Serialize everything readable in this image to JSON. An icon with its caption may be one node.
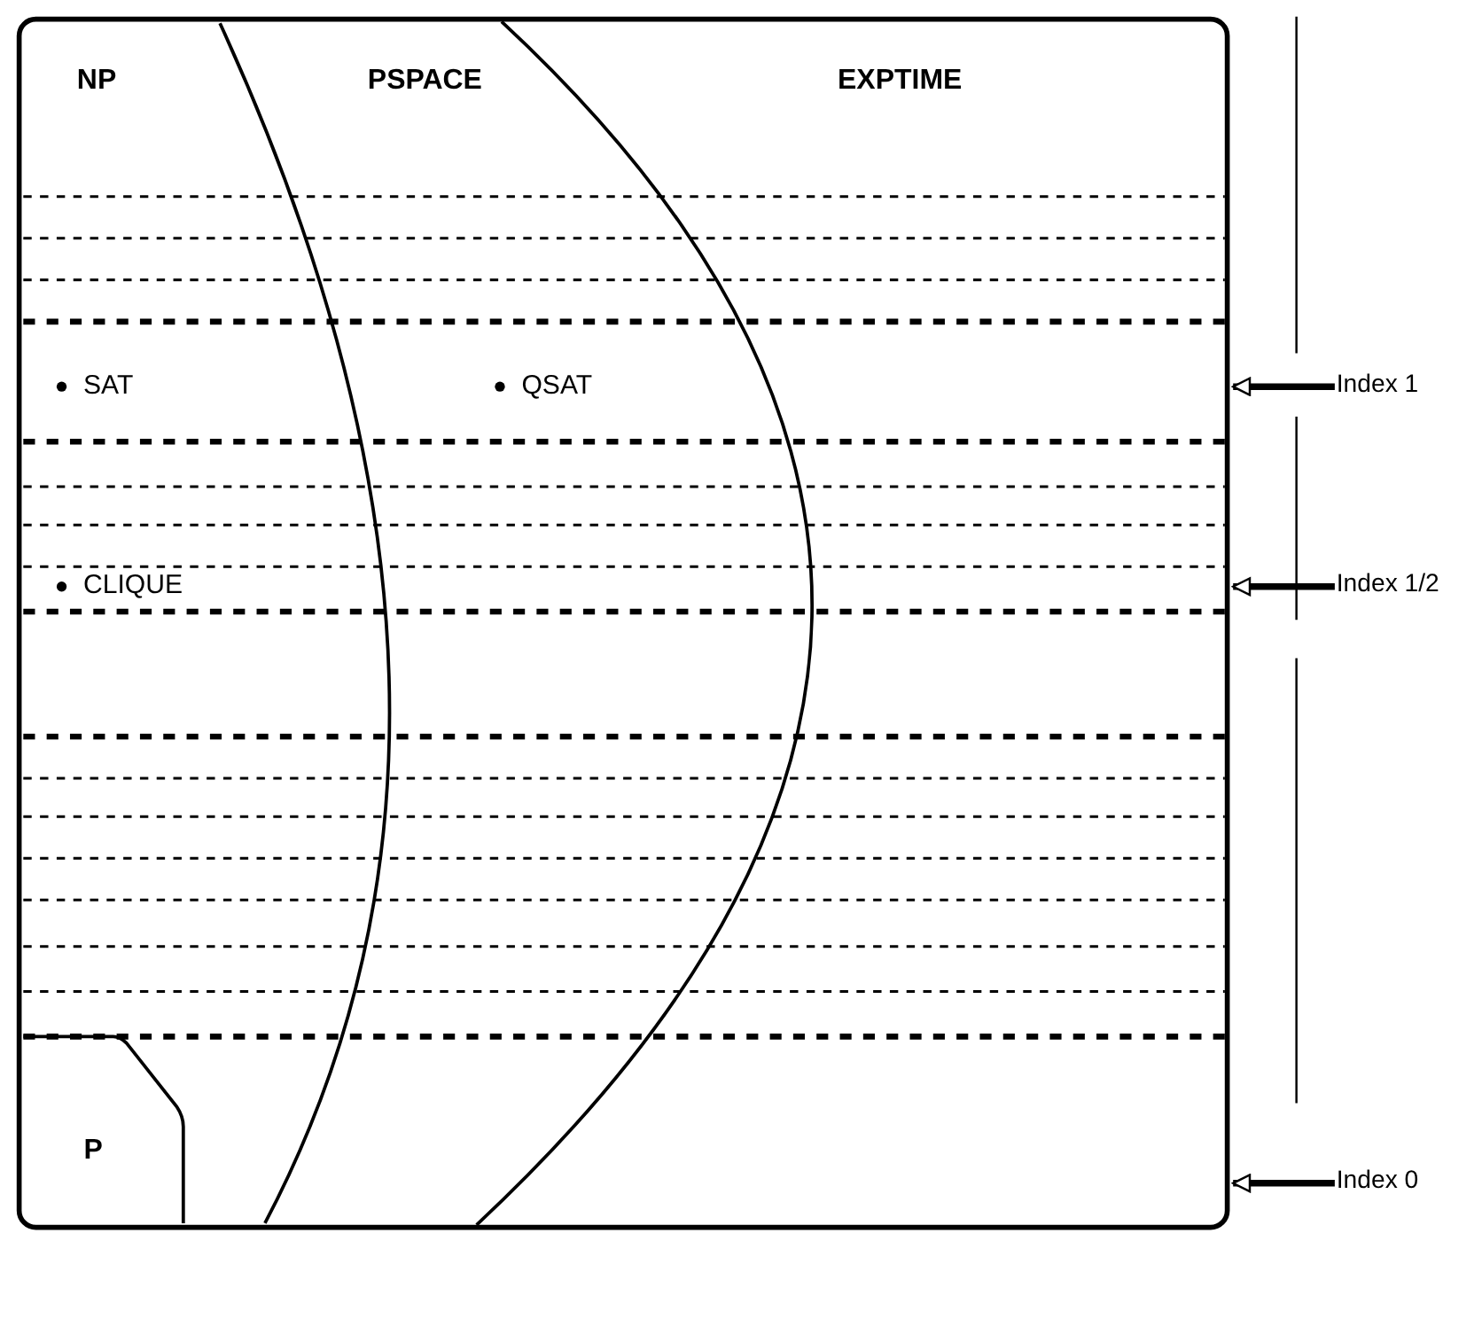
{
  "diagram": {
    "nodes": [
      {
        "text": [
          "EXPTIME"
        ]
      },
      {
        "text": [
          "PSPACE"
        ],
        "in": 0
      },
      {
        "text": [
          "NP"
        ],
        "in": 1
      },
      {
        "text": [
          "P"
        ],
        "in": 2
      },
      {
        "text": [
          "Index 1"
        ]
      },
      {
        "text": [
          "Index 1/2"
        ]
      },
      {
        "text": [
          "Index 0"
        ]
      }
    ],
    "edges": [
      {
        "from": 4,
        "to": 0,
        "arrow": "to"
      },
      {
        "from": 5,
        "to": 0,
        "arrow": "to"
      },
      {
        "from": 6,
        "to": 0,
        "arrow": "to"
      }
    ],
    "labels": [
      "SAT",
      "QSAT",
      "CLIQUE"
    ]
  }
}
